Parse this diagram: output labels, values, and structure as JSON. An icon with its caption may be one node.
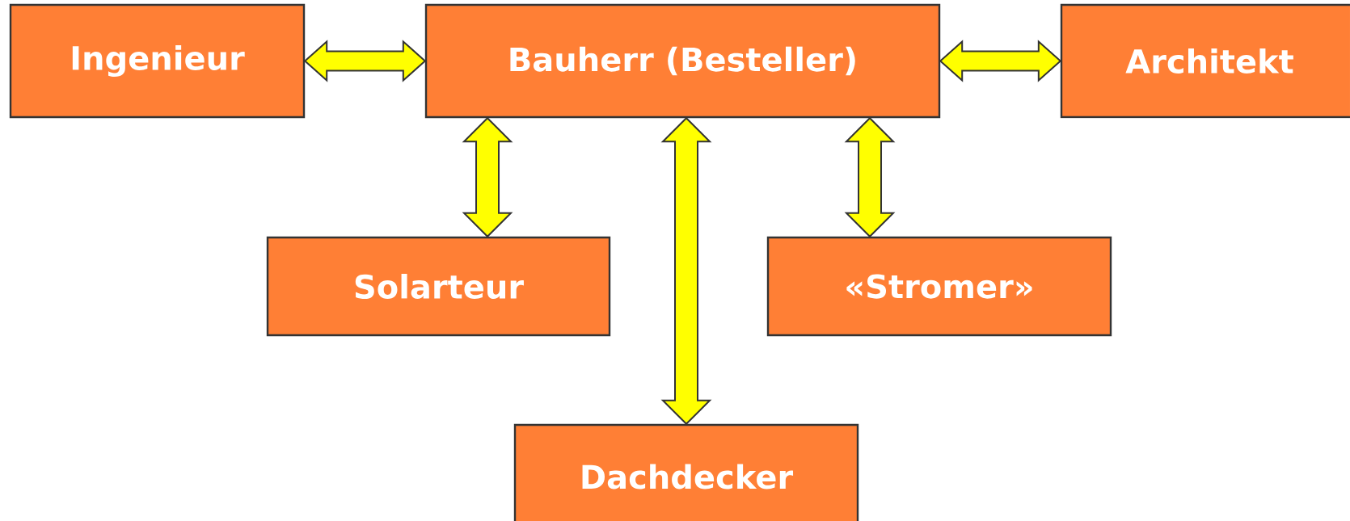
{
  "diagram": {
    "nodes": [
      {
        "text": [
          "Ingenieur"
        ]
      },
      {
        "text": [
          "Bauherr (Besteller)"
        ]
      },
      {
        "text": [
          "Architekt"
        ]
      },
      {
        "text": [
          "Solarteur"
        ]
      },
      {
        "text": [
          "«Stromer»"
        ]
      },
      {
        "text": [
          "Dachdecker"
        ]
      }
    ],
    "edges": [
      {
        "from": 1,
        "to": 0,
        "arrow": "both"
      },
      {
        "from": 1,
        "to": 2,
        "arrow": "both"
      },
      {
        "from": 1,
        "to": 3,
        "arrow": "both"
      },
      {
        "from": 1,
        "to": 5,
        "arrow": "both"
      },
      {
        "from": 1,
        "to": 4,
        "arrow": "both"
      }
    ]
  }
}
